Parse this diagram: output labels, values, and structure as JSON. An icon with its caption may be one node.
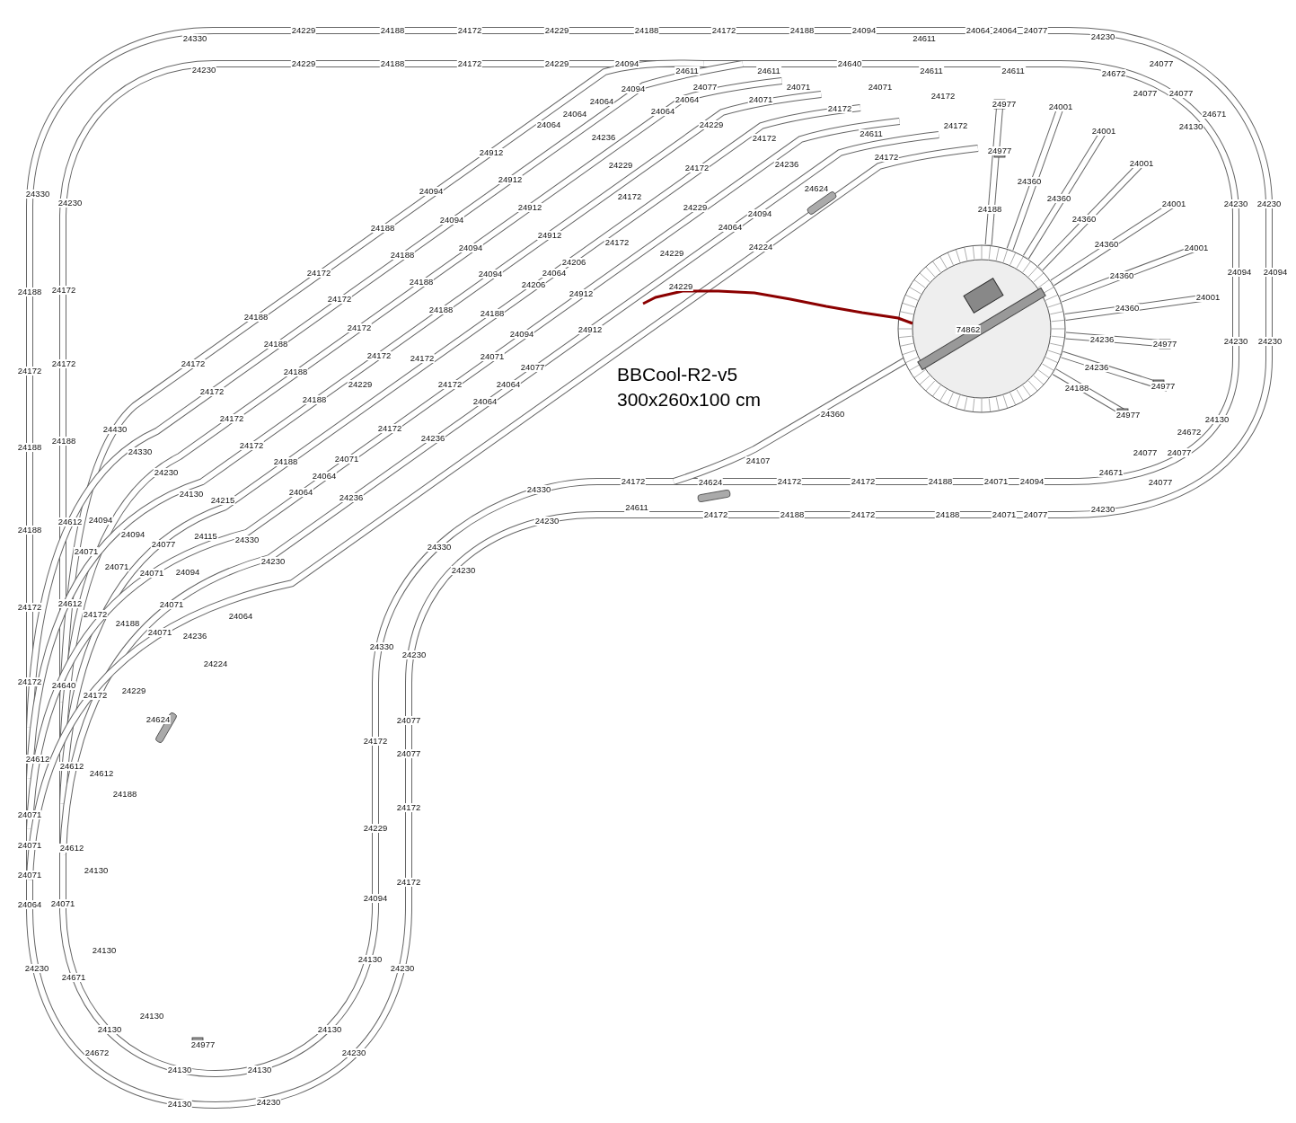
{
  "diagram": {
    "labels": [
      "24330",
      "24229",
      "24188",
      "24172",
      "24229",
      "24188",
      "24172",
      "24188",
      "24094",
      "24064",
      "24064",
      "24077",
      "24611",
      "24230",
      "24230",
      "24229",
      "24188",
      "24172",
      "24229",
      "24094",
      "24640",
      "24611",
      "24611",
      "24611",
      "24611",
      "24672",
      "24077",
      "24094",
      "24077",
      "24071",
      "24071",
      "24077",
      "24077",
      "24064",
      "24064",
      "24071",
      "24064",
      "24064",
      "24172",
      "24172",
      "24977",
      "24671",
      "24064",
      "24236",
      "24229",
      "24130",
      "24001",
      "24001",
      "24001",
      "24001",
      "24001",
      "24001",
      "24912",
      "24172",
      "24611",
      "24172",
      "24172",
      "24977",
      "24094",
      "24912",
      "24229",
      "24172",
      "24236",
      "24624",
      "24360",
      "24360",
      "24360",
      "24360",
      "24360",
      "24360",
      "24188",
      "24094",
      "24912",
      "24172",
      "24229",
      "24094",
      "24188",
      "24230",
      "24230",
      "24188",
      "24094",
      "24912",
      "24172",
      "24064",
      "24229",
      "24224",
      "24206",
      "24064",
      "24206",
      "24172",
      "24172",
      "24188",
      "24094",
      "24094",
      "24094",
      "24912",
      "24229",
      "24188",
      "24188",
      "24912",
      "74862",
      "24188",
      "24188",
      "24172",
      "24094",
      "24077",
      "24071",
      "24236",
      "24230",
      "24230",
      "24977",
      "24172",
      "24172",
      "24172",
      "24172",
      "24188",
      "24229",
      "24064",
      "24064",
      "24236",
      "24188",
      "24977",
      "24977",
      "24172",
      "24172",
      "24188",
      "24172",
      "24236",
      "24430",
      "24330",
      "24172",
      "24230",
      "24188",
      "24071",
      "24064",
      "24064",
      "24236",
      "24130",
      "24215",
      "24360",
      "24130",
      "24672",
      "24077",
      "24077",
      "24671",
      "24077",
      "24107",
      "24330",
      "24172",
      "24624",
      "24172",
      "24172",
      "24188",
      "24071",
      "24094",
      "24230",
      "24611",
      "24172",
      "24188",
      "24172",
      "24188",
      "24071",
      "24077",
      "24230",
      "24612",
      "24094",
      "24094",
      "24077",
      "24115",
      "24330",
      "24071",
      "24071",
      "24071",
      "24094",
      "24230",
      "24330",
      "24230",
      "24612",
      "24172",
      "24188",
      "24071",
      "24071",
      "24236",
      "24064",
      "24224",
      "24330",
      "24230",
      "24330",
      "24230",
      "24188",
      "24172",
      "24172",
      "24172",
      "24188",
      "24188",
      "24188",
      "24172",
      "24172",
      "24640",
      "24172",
      "24229",
      "24624",
      "24077",
      "24172",
      "24077",
      "24612",
      "24612",
      "24612",
      "24188",
      "24172",
      "24071",
      "24229",
      "24071",
      "24612",
      "24130",
      "24071",
      "24172",
      "24094",
      "24064",
      "24071",
      "24130",
      "24130",
      "24230",
      "24671",
      "24230",
      "24130",
      "24130",
      "24130",
      "24977",
      "24672",
      "24230",
      "24130",
      "24130",
      "24130",
      "24230",
      "BBCool-R2-v5",
      "300x260x100 cm"
    ]
  }
}
